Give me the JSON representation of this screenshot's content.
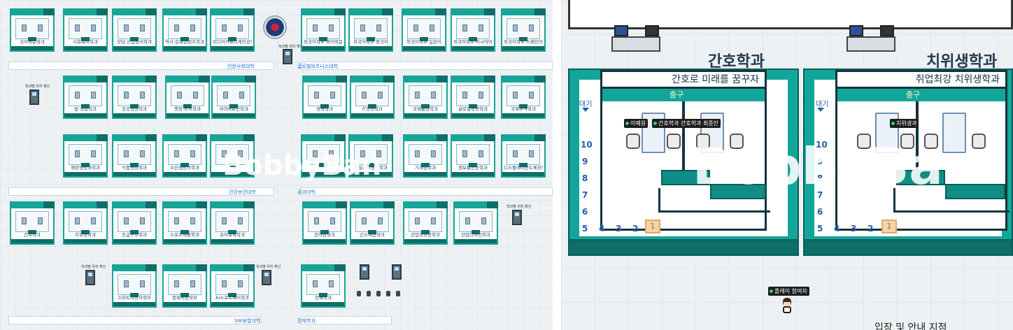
{
  "left_map": {
    "row1_booths": [
      "국어국문학과",
      "사회복지학과",
      "상담·산업심리학과",
      "역사·문화콘텐츠학과",
      "미디어커뮤니케이션학과"
    ],
    "row1_right_booths": [
      "외국어학부 영어영문",
      "외국어학부 중국어",
      "외국어학부 일본어",
      "외국어학부 러시아어",
      "외국어학부 스페인어"
    ],
    "divider1": {
      "left": "인문사회대학",
      "right": "글로벌비즈니스대학"
    },
    "row2_booths": [
      "법·경찰학과",
      "공공행정학과",
      "행정·도시학과",
      "사이버보안학과"
    ],
    "row2_right_booths": [
      "경영학과",
      "IT경영학과",
      "국제통상학과",
      "글로벌경영학과",
      "국제무역학과"
    ],
    "row3_booths": [
      "해양생명과학과",
      "식품영양학과",
      "수산생명의학과",
      "",
      ""
    ],
    "row3_right_booths": [
      "",
      "건설시스템공학과",
      "기계공학과",
      "정보통신공학과",
      "디스플레이반도체공학과"
    ],
    "divider2": {
      "left": "건강보건대학",
      "right": "공과대학"
    },
    "row4_booths": [
      "간호학과",
      "치위생학과",
      "응급구조학과",
      "스포츠재활학과",
      "유아교육학과"
    ],
    "row4_right_booths": [
      "전자공학과",
      "신소재공학과",
      "산업경영공학과",
      "산업디자인학과"
    ],
    "row5_booths": [
      "스마트자동차학부",
      "컴퓨터공학부",
      "AI소프트웨어학과"
    ],
    "row5_right_booths": [
      "전체학과"
    ],
    "divider3": {
      "left": "SW융합대학",
      "right": "전체학과"
    },
    "kiosk_label": "학과별 위치 확인"
  },
  "right_view": {
    "depts": [
      {
        "title": "간호학과",
        "banner": "간호로 미래를 꿈꾸자",
        "exit_label": "출구",
        "queue_label": "대기",
        "tag1": "이예원",
        "tag2": "간호학과 간호학과 최종인",
        "queue": {
          "vertical": [
            "10",
            "9",
            "8",
            "7",
            "6"
          ],
          "horizontal": [
            "5",
            "4",
            "3",
            "2"
          ],
          "active": "1"
        }
      },
      {
        "title": "치위생학과",
        "banner": "취업최강 치위생학과",
        "exit_label": "출구",
        "queue_label": "대기",
        "tag1": "치위생과",
        "queue": {
          "vertical": [
            "10",
            "9",
            "8",
            "7",
            "6"
          ],
          "horizontal": [
            "5",
            "4",
            "3",
            "2"
          ],
          "active": "1"
        }
      }
    ],
    "player_name": "플레이 참여자",
    "bottom_text": "입장 및 안내 지점"
  },
  "watermark": {
    "text": "BobbyBan",
    "icon_text": ""
  }
}
